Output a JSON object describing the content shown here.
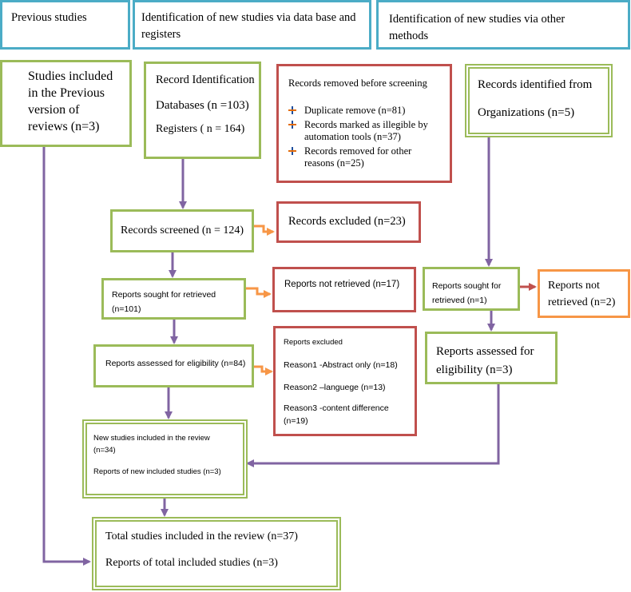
{
  "headers": {
    "previous": "Previous studies",
    "database_line1": "Identification of new studies via data base and",
    "database_line2": "registers",
    "other_line1": "Identification of new studies via other",
    "other_line2": "methods"
  },
  "previous_studies": {
    "line1": "Studies included",
    "line2": "in the Previous",
    "line3": "version of",
    "line4": "reviews (n=3)"
  },
  "record_identification": {
    "title": "Record Identification",
    "databases": "Databases (n =103)",
    "registers": "Registers ( n = 164)"
  },
  "records_removed": {
    "title": "Records removed before screening",
    "items": [
      {
        "line1": "Duplicate remove (n=81)",
        "line2": ""
      },
      {
        "line1": "Records marked as illegible by",
        "line2": "automation tools (n=37)"
      },
      {
        "line1": "Records removed for other",
        "line2": "reasons (n=25)"
      }
    ]
  },
  "organizations": {
    "line1": "Records identified from",
    "line2": "Organizations (n=5)"
  },
  "screened": {
    "label": "Records screened (n = 124)"
  },
  "excluded": {
    "label": "Records excluded (n=23)"
  },
  "sought": {
    "line1": "Reports sought for retrieved",
    "line2": "(n=101)"
  },
  "not_retrieved": {
    "label": "Reports not retrieved (n=17)"
  },
  "assessed": {
    "label": "Reports assessed for eligibility (n=84)"
  },
  "reports_excluded": {
    "title": "Reports excluded",
    "reason1": "Reason1 -Abstract only (n=18)",
    "reason2": "Reason2 –languege  (n=13)",
    "reason3_line1": "Reason3 -content difference",
    "reason3_line2": "(n=19)"
  },
  "other_sought": {
    "line1": "Reports sought for",
    "line2": "retrieved (n=1)"
  },
  "other_not_retrieved": {
    "line1": "Reports not",
    "line2": "retrieved (n=2)"
  },
  "other_assessed": {
    "line1": "Reports assessed for",
    "line2": "eligibility (n=3)"
  },
  "new_included": {
    "line1": "New studies included in the review",
    "line2": "(n=34)",
    "line3": "Reports of new included studies (n=3)"
  },
  "total": {
    "line1": "Total studies included in the review (n=37)",
    "line2": "Reports of total included studies (n=3)"
  },
  "colors": {
    "header_border": "#4bacc6",
    "box_green": "#9bbb59",
    "box_red": "#c0504d",
    "box_orange": "#f79646",
    "arrow_purple": "#8064a2",
    "arrow_orange": "#f79646",
    "arrow_red": "#c0504d"
  }
}
